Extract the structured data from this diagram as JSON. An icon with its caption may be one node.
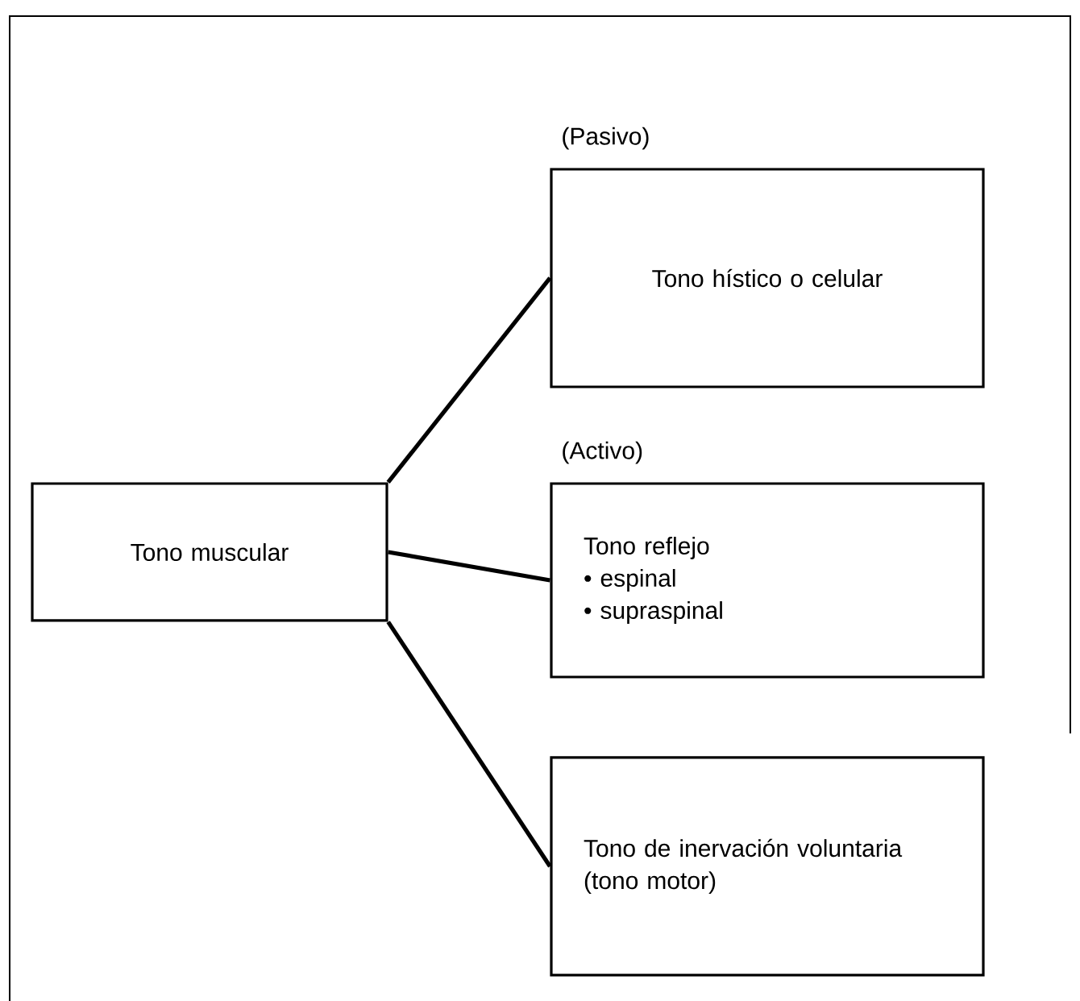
{
  "diagram": {
    "nodes": [
      {
        "text": [
          "Tono muscular"
        ]
      },
      {
        "text": [
          "Tono hístico o celular"
        ],
        "beside": [
          "(Pasivo)"
        ]
      },
      {
        "text": [
          "Tono reflejo",
          "• espinal",
          "• supraspinal"
        ],
        "beside": [
          "(Activo)"
        ]
      },
      {
        "text": [
          "Tono de inervación voluntaria (tono motor)"
        ]
      }
    ],
    "edges": [
      {
        "from": 0,
        "to": 1,
        "arrow": "none"
      },
      {
        "from": 0,
        "to": 2,
        "arrow": "none"
      },
      {
        "from": 0,
        "to": 3,
        "arrow": "none"
      }
    ]
  }
}
